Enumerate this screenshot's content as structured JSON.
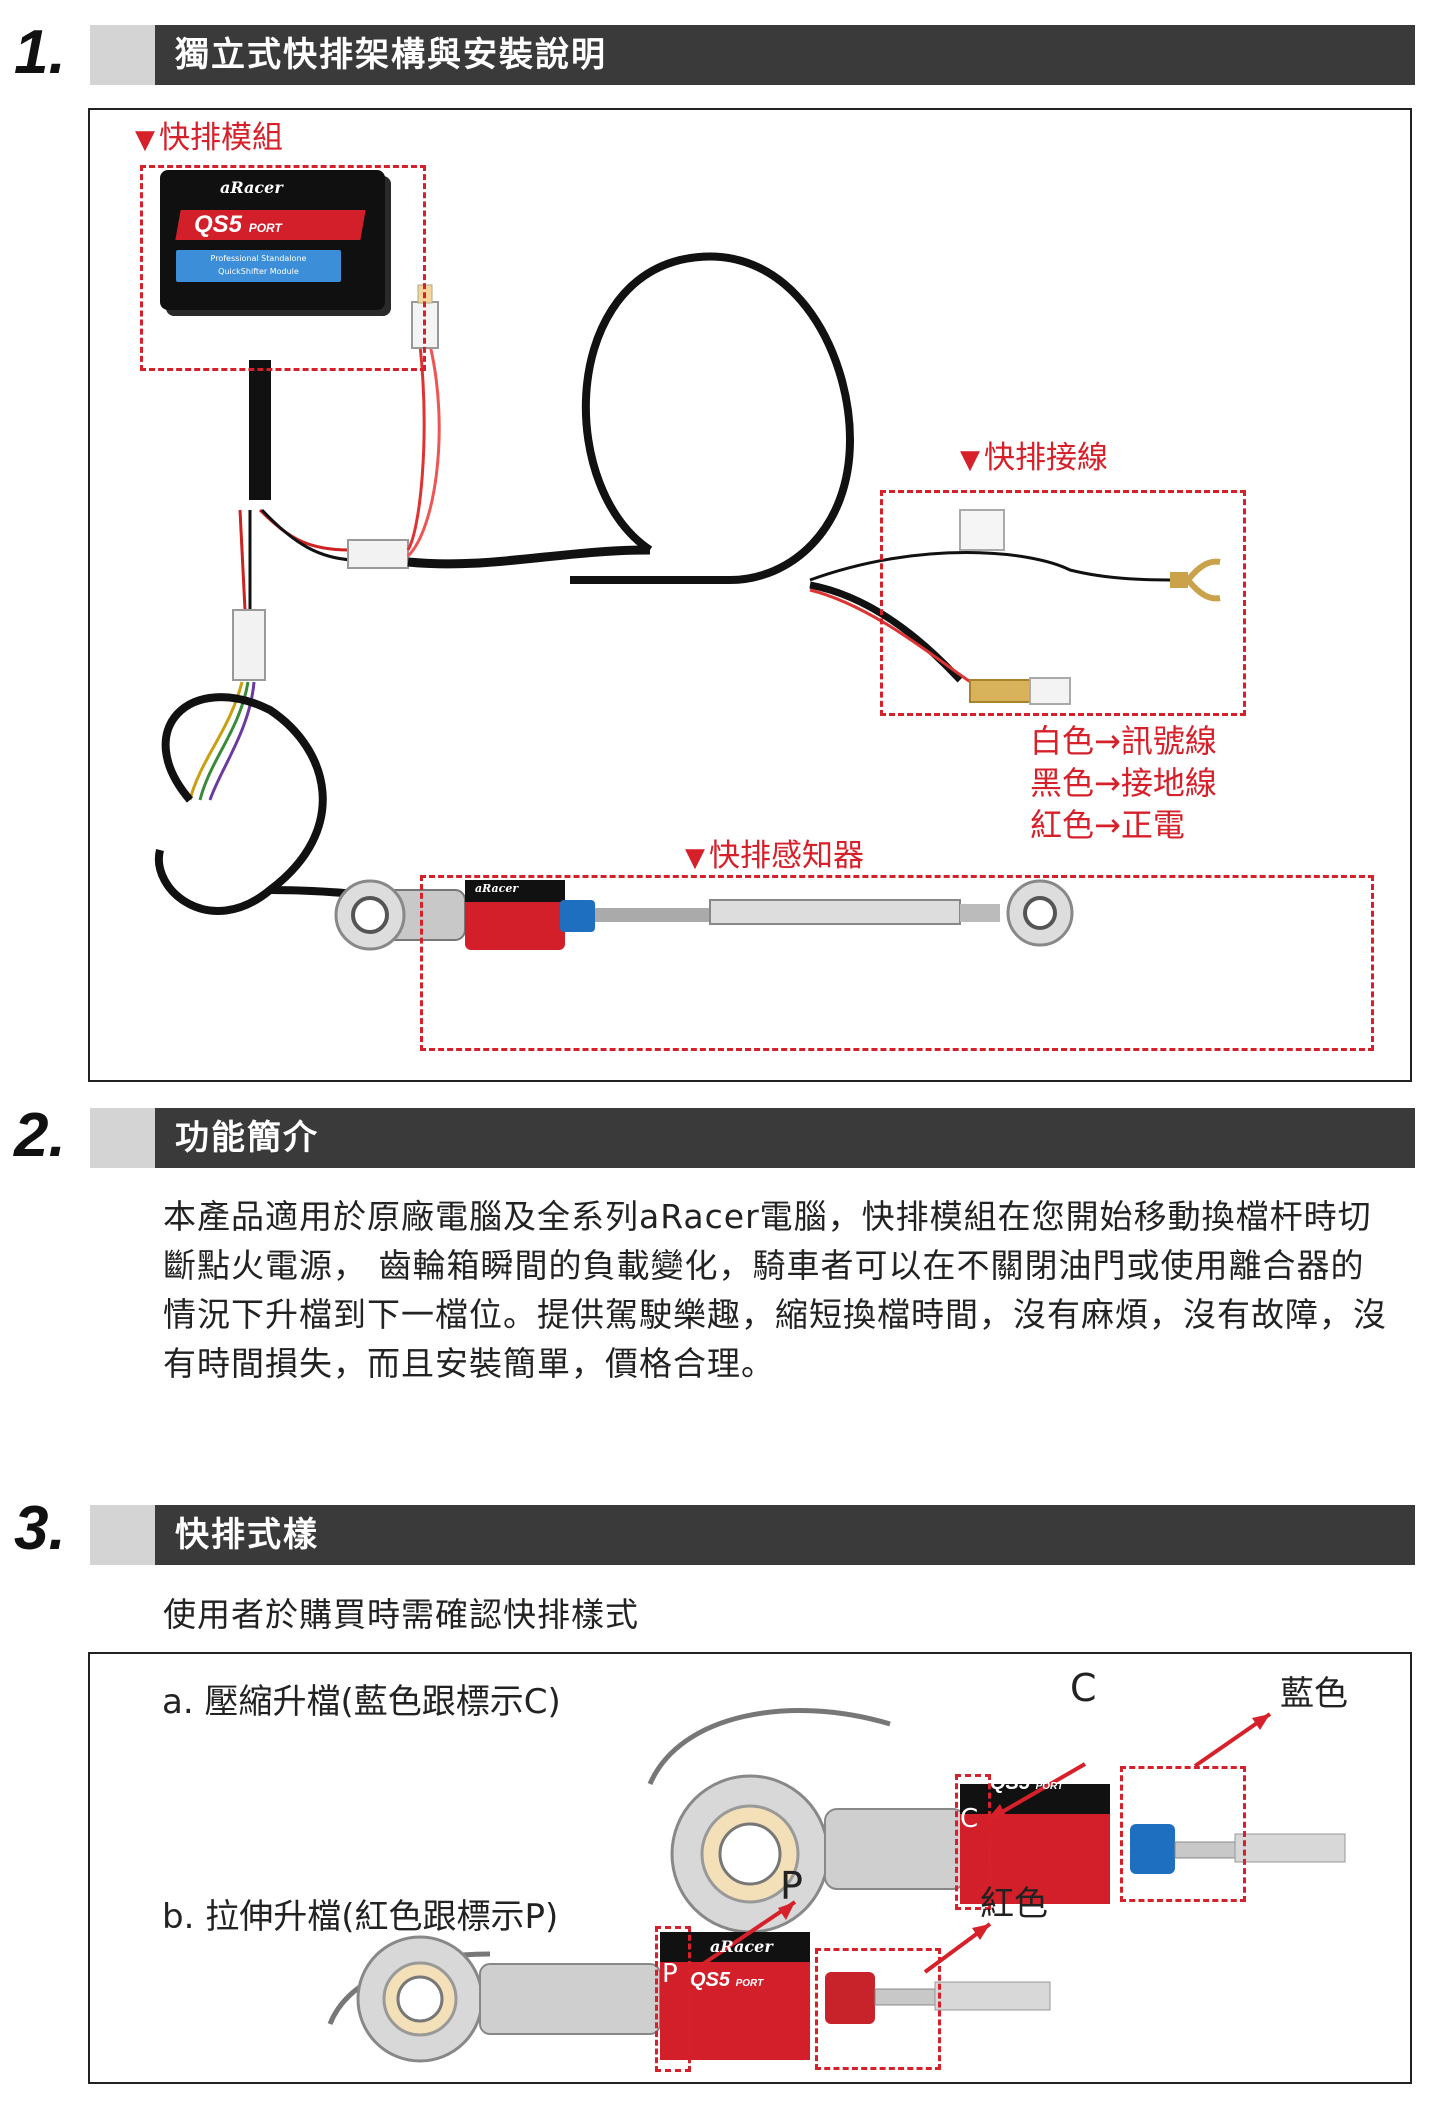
{
  "sections": [
    {
      "number": "1.",
      "title": "獨立式快排架構與安裝說明"
    },
    {
      "number": "2.",
      "title": "功能簡介"
    },
    {
      "number": "3.",
      "title": "快排式樣"
    }
  ],
  "diagram": {
    "module_label": "快排模組",
    "wiring_label": "快排接線",
    "sensor_label": "快排感知器",
    "wire_legend": [
      "白色→訊號線",
      "黑色→接地線",
      "紅色→正電"
    ],
    "module_brand": "aRacer",
    "module_model": "QS5",
    "module_model_suffix": "PORT",
    "module_caption_line1": "Professional Standalone",
    "module_caption_line2": "QuickShifter Module",
    "sensor_brand": "aRacer"
  },
  "intro": {
    "paragraph": "本產品適用於原廠電腦及全系列aRacer電腦，快排模組在您開始移動換檔杆時切斷點火電源， 齒輪箱瞬間的負載變化，騎車者可以在不關閉油門或使用離合器的情況下升檔到下一檔位。提供駕駛樂趣，縮短換檔時間，沒有麻煩，沒有故障，沒有時間損失，而且安裝簡單，價格合理。"
  },
  "styles": {
    "intro": "使用者於購買時需確認快排樣式",
    "option_a": "a. 壓縮升檔(藍色跟標示C)",
    "option_b": "b. 拉伸升檔(紅色跟標示P)",
    "mark_c": "C",
    "mark_p": "P",
    "blue_label": "藍色",
    "red_label": "紅色",
    "sensor_brand": "aRacer",
    "sensor_model": "QS5",
    "sensor_model_suffix": "PORT"
  },
  "colors": {
    "accent_red": "#d6202a",
    "header_bar": "#3a3a3a",
    "blue_collar": "#1e6fc0",
    "red_collar": "#c8222a"
  }
}
